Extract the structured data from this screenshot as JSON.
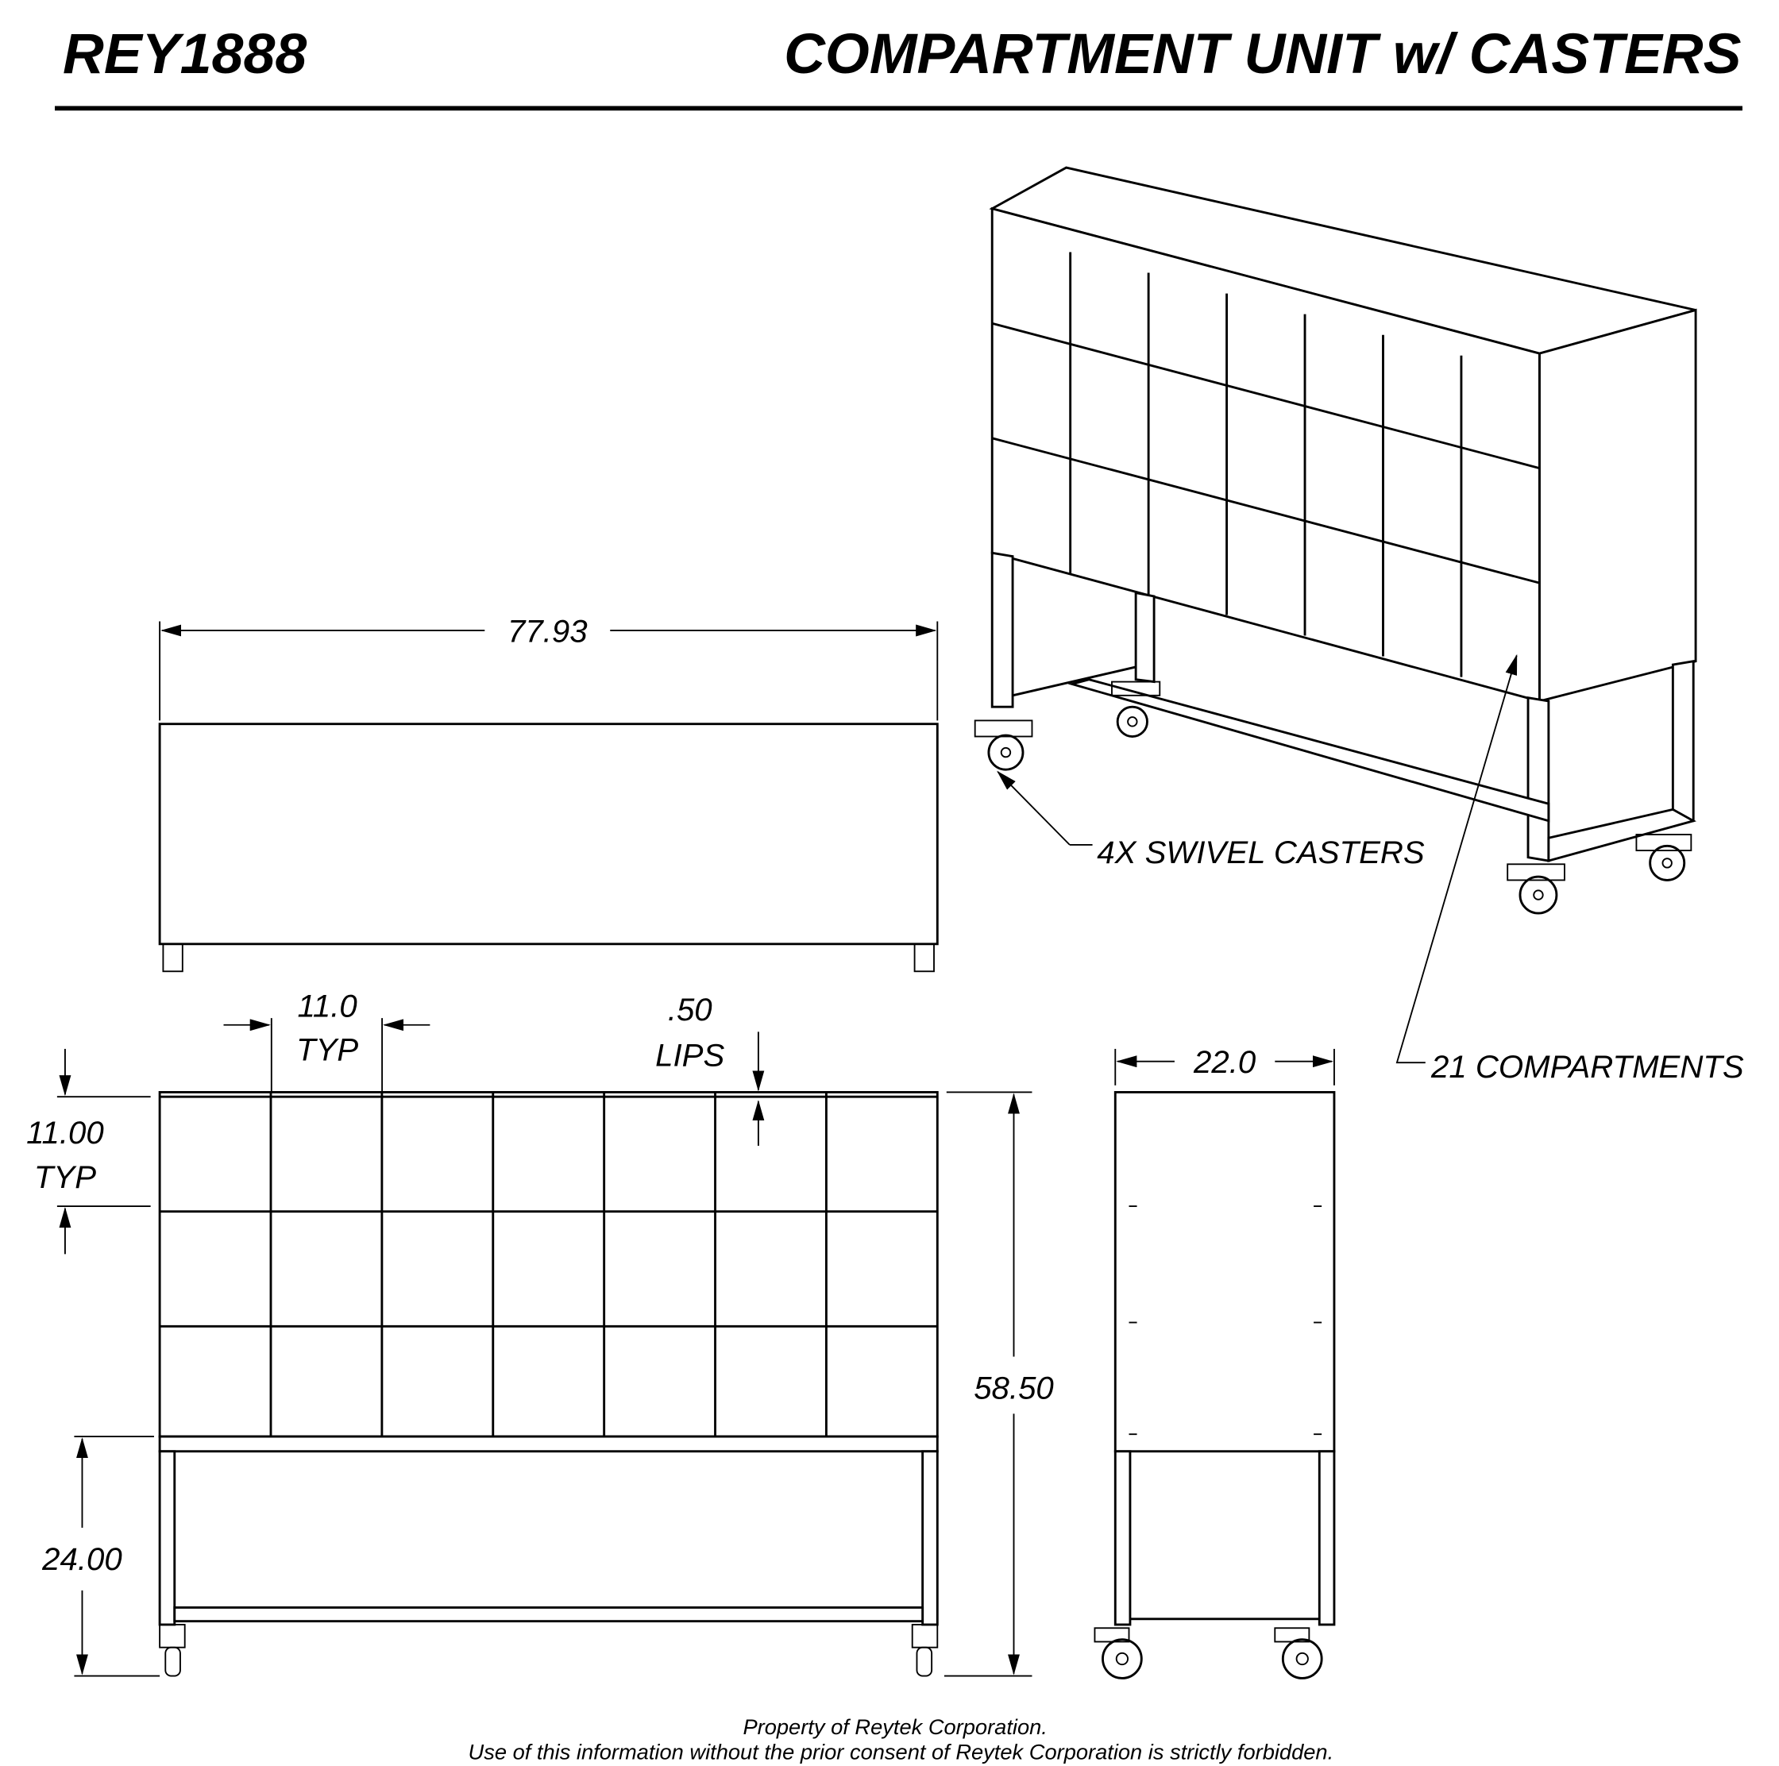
{
  "title_block": {
    "part_number": "REY1888",
    "title": "COMPARTMENT UNIT w/ CASTERS"
  },
  "dimensions": {
    "overall_width": "77.93",
    "compartment_width": "11.0",
    "compartment_width_note": "TYP",
    "lip_thickness": ".50",
    "lip_note": "LIPS",
    "compartment_height": "11.00",
    "compartment_height_note": "TYP",
    "base_height": "24.00",
    "overall_height": "58.50",
    "depth": "22.0"
  },
  "callouts": {
    "casters": "4X SWIVEL CASTERS",
    "compartments": "21 COMPARTMENTS"
  },
  "grid": {
    "columns": 7,
    "rows": 3
  },
  "footer": {
    "line1": "Property of Reytek Corporation.",
    "line2": "Use of this information without the prior consent of Reytek Corporation is strictly forbidden."
  }
}
